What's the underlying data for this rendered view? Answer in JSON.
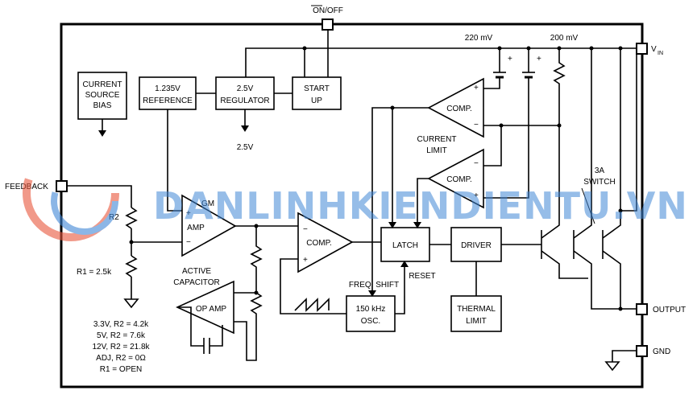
{
  "pins": {
    "on_off": "ON/OFF",
    "on_off_bar": "ON",
    "vin": "V",
    "vin_sub": "IN",
    "feedback": "FEEDBACK",
    "output": "OUTPUT",
    "gnd": "GND"
  },
  "blocks": {
    "current_source_bias": [
      "CURRENT",
      "SOURCE",
      "BIAS"
    ],
    "reference": [
      "1.235V",
      "REFERENCE"
    ],
    "regulator": [
      "2.5V",
      "REGULATOR"
    ],
    "start_up": [
      "START",
      "UP"
    ],
    "latch": "LATCH",
    "driver": "DRIVER",
    "thermal_limit": [
      "THERMAL",
      "LIMIT"
    ],
    "oscillator": [
      "150 kHz",
      "OSC."
    ]
  },
  "amplifiers": {
    "gm_amp_top": "GM",
    "gm_amp": "AMP",
    "op_amp": "OP AMP",
    "comp_main": "COMP.",
    "comp_current_1": "COMP.",
    "comp_current_2": "COMP."
  },
  "labels": {
    "v220": "220 mV",
    "v200": "200 mV",
    "v25": "2.5V",
    "current_limit": [
      "CURRENT",
      "LIMIT"
    ],
    "switch": [
      "3A",
      "SWITCH"
    ],
    "active_capacitor": [
      "ACTIVE",
      "CAPACITOR"
    ],
    "freq_shift": "FREQ.  SHIFT",
    "reset": "RESET",
    "r2": "R2",
    "r1": "R1 = 2.5k",
    "resistor_table": [
      "3.3V, R2 = 4.2k",
      "5V, R2 = 7.6k",
      "12V, R2 = 21.8k",
      "ADJ, R2 = 0Ω",
      "R1 = OPEN"
    ],
    "plus": "+",
    "minus": "−"
  },
  "watermark": "DANLINHKIENDIENTU.VN"
}
